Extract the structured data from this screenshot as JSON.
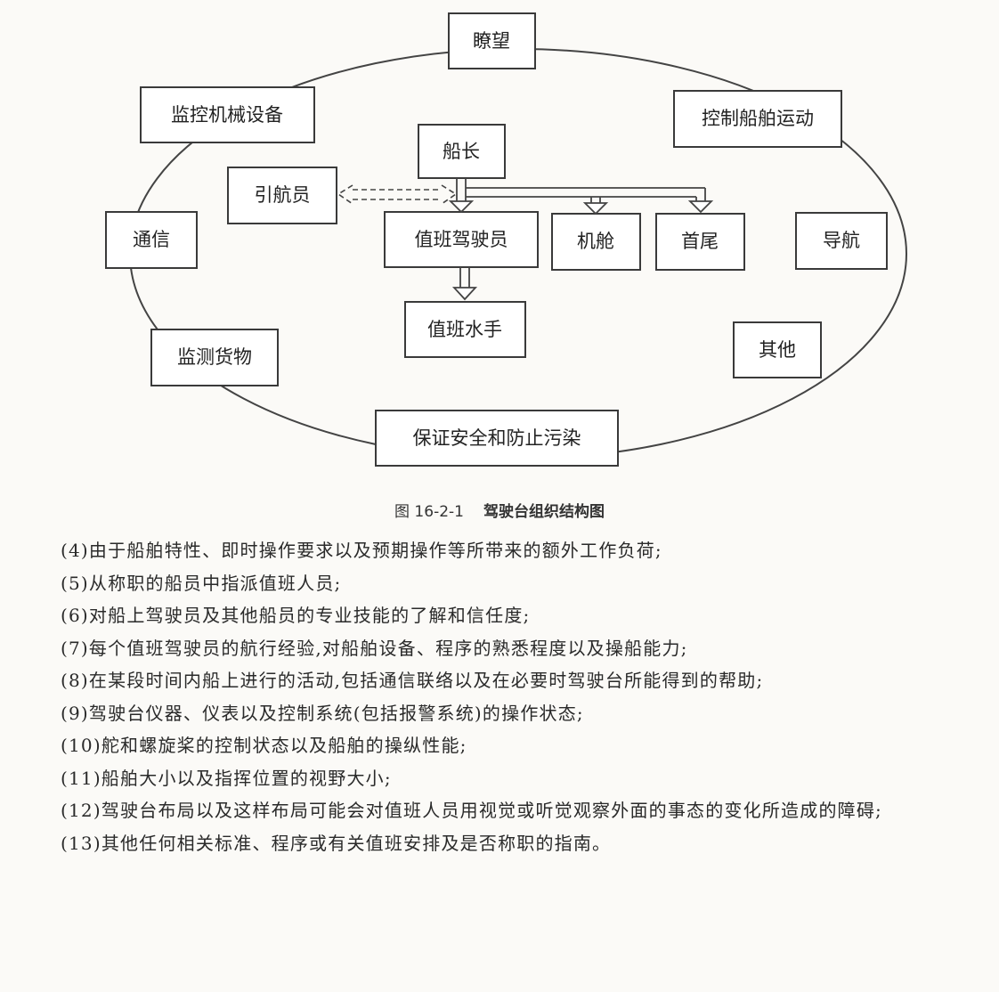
{
  "diagram": {
    "outer": {
      "top": "瞭望",
      "top_left": "监控机械设备",
      "top_right": "控制船舶运动",
      "left": "通信",
      "right": "导航",
      "bottom_left": "监测货物",
      "bottom_right": "其他",
      "bottom": "保证安全和防止污染"
    },
    "inner": {
      "captain": "船长",
      "pilot": "引航员",
      "officer": "值班驾驶员",
      "engine": "机舱",
      "bow_stern": "首尾",
      "sailor": "值班水手"
    }
  },
  "caption": {
    "number": "图 16-2-1",
    "title": "驾驶台组织结构图"
  },
  "paragraphs": [
    "(4)由于船舶特性、即时操作要求以及预期操作等所带来的额外工作负荷;",
    "(5)从称职的船员中指派值班人员;",
    "(6)对船上驾驶员及其他船员的专业技能的了解和信任度;",
    "(7)每个值班驾驶员的航行经验,对船舶设备、程序的熟悉程度以及操船能力;",
    "(8)在某段时间内船上进行的活动,包括通信联络以及在必要时驾驶台所能得到的帮助;",
    "(9)驾驶台仪器、仪表以及控制系统(包括报警系统)的操作状态;",
    "(10)舵和螺旋桨的控制状态以及船舶的操纵性能;",
    "(11)船舶大小以及指挥位置的视野大小;",
    "(12)驾驶台布局以及这样布局可能会对值班人员用视觉或听觉观察外面的事态的变化所造成的障碍;",
    "(13)其他任何相关标准、程序或有关值班安排及是否称职的指南。"
  ]
}
